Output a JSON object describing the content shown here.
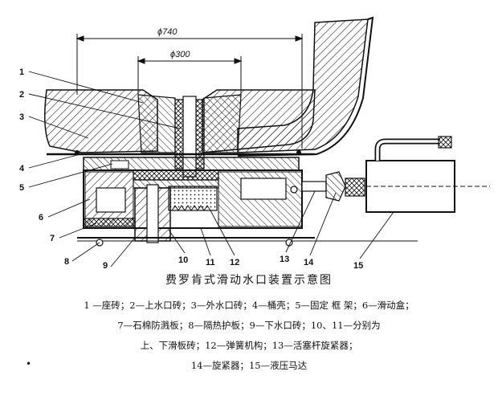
{
  "figure": {
    "dim_outer": "ϕ740",
    "dim_inner": "ϕ300",
    "callouts": [
      "1",
      "2",
      "3",
      "4",
      "5",
      "6",
      "7",
      "8",
      "9",
      "10",
      "11",
      "12",
      "13",
      "14",
      "15"
    ]
  },
  "caption": {
    "title": "费罗肯式滑动水口装置示意图",
    "legend_line1": "1 —座砖；2—上水口砖；3—外水口砖；4—桶壳；5—固定 框 架；6—滑动盒；",
    "legend_line2": "7—石棉防溅板；8—隔热护板；9—下水口砖；10、11—分别为",
    "legend_line3": "上、下滑板砖；12—弹簧机构；13—活塞杆旋紧器；",
    "legend_line4": "14—旋紧器；15—液压马达",
    "bullet": "•"
  },
  "colors": {
    "ink": "#111111",
    "paper": "#ffffff"
  }
}
